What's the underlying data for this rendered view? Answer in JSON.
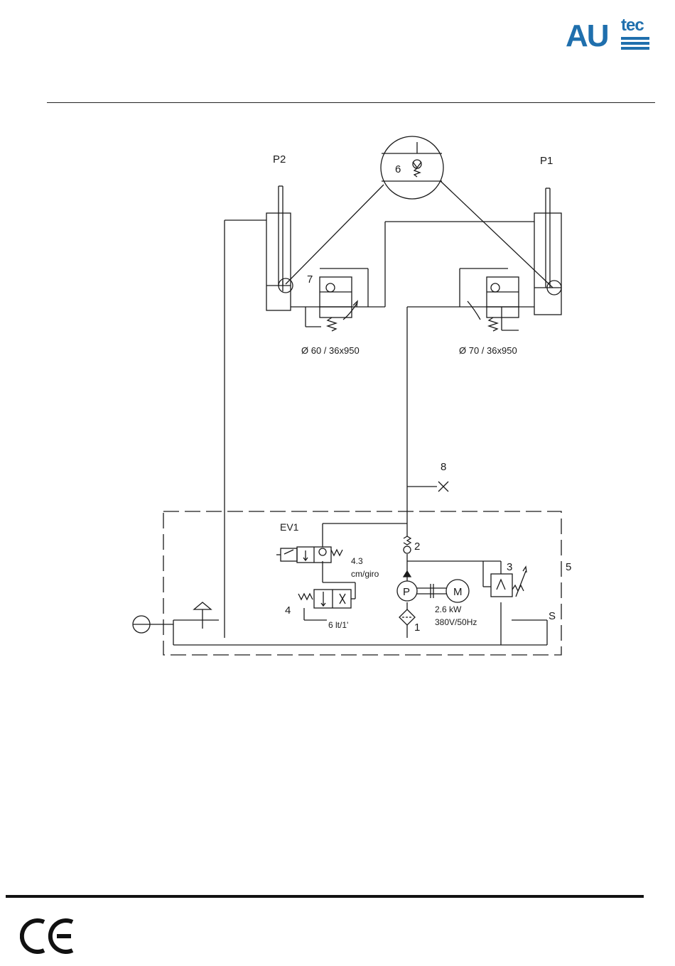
{
  "header": {
    "logo_text": "AUtec",
    "logo_color": "#1f6fad"
  },
  "diagram": {
    "labels": {
      "p2": "P2",
      "p1": "P1",
      "n6": "6",
      "n7": "7",
      "cyl_left": "Ø 60 / 36x950",
      "cyl_right": "Ø 70 / 36x950",
      "n8": "8",
      "ev1": "EV1",
      "n2": "2",
      "displacement": "4.3",
      "displacement_unit": "cm/giro",
      "n3": "3",
      "n5": "5",
      "n4": "4",
      "pump": "P",
      "motor": "M",
      "power": "2.6 kW",
      "voltage": "380V/50Hz",
      "flow": "6 lt/1'",
      "n1": "1",
      "s": "S"
    }
  },
  "footer": {
    "mark": "CE"
  }
}
